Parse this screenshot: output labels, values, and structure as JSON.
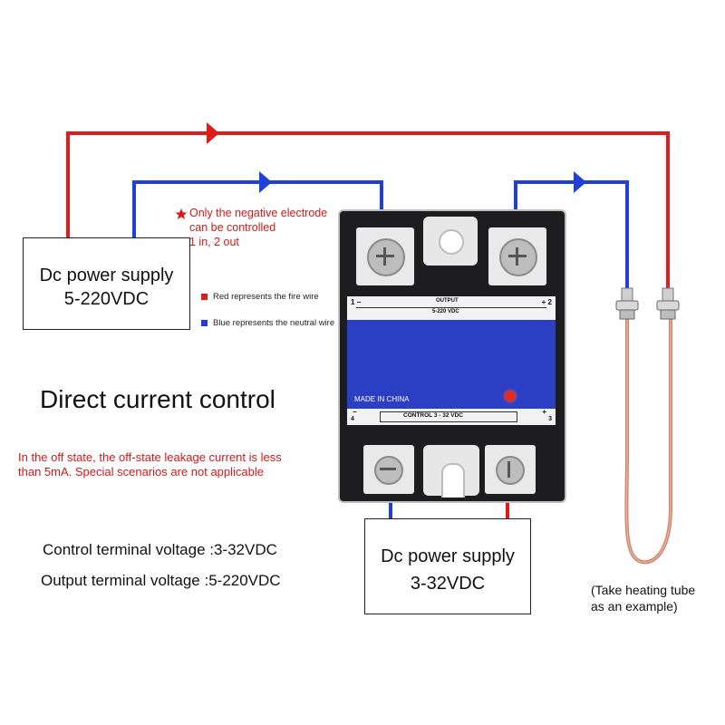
{
  "left_supply": {
    "title": "Dc power supply",
    "voltage": "5-220VDC"
  },
  "bottom_supply": {
    "title": "Dc power supply",
    "voltage": "3-32VDC"
  },
  "note": {
    "line1": "Only the negative electrode",
    "line2": "can be controlled",
    "line3": "1 in, 2 out"
  },
  "legend": {
    "red": "Red represents the fire wire",
    "blue": "Blue represents the neutral wire",
    "red_color": "#e01b1b",
    "blue_color": "#1f3fd6"
  },
  "heading": "Direct current control",
  "leakage": {
    "line1": "In the off state, the off-state leakage current is less",
    "line2": "than 5mA. Special scenarios are not applicable"
  },
  "specs": {
    "control": "Control terminal voltage :3-32VDC",
    "output": "Output terminal voltage :5-220VDC"
  },
  "example": {
    "line1": "(Take heating tube",
    "line2": "as an example)"
  },
  "relay": {
    "output_label": "OUTPUT",
    "output_range": "5-220  VDC",
    "t1": "1 −",
    "t2": "+ 2",
    "made_in": "MADE IN CHINA",
    "control_label": "CONTROL 3 - 32 VDC",
    "t4": "4",
    "t3": "3",
    "minus": "−",
    "plus": "+",
    "panel_color": "#2b3fc4"
  }
}
